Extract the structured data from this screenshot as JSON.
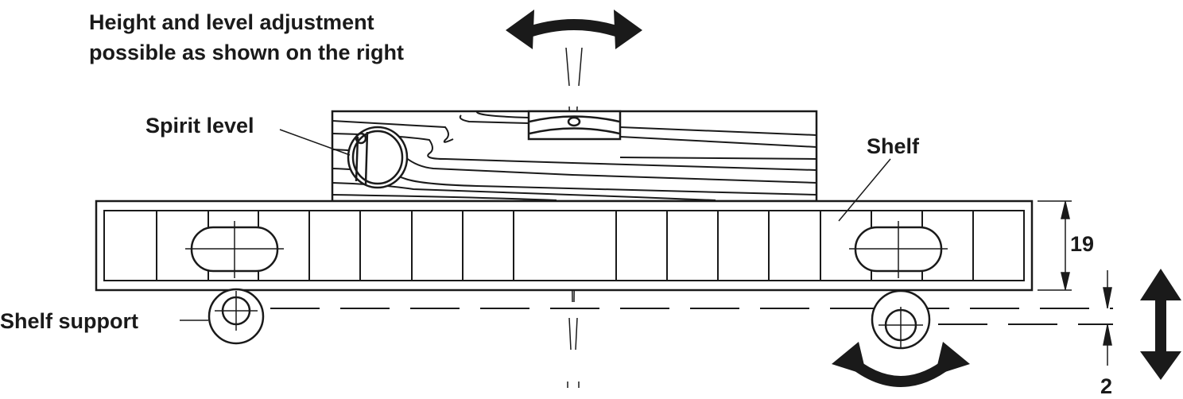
{
  "caption": {
    "line1": "Height and level adjustment",
    "line2": "possible as shown on the right"
  },
  "labels": {
    "spirit_level": "Spirit level",
    "shelf": "Shelf",
    "shelf_support": "Shelf support"
  },
  "dimensions": {
    "shelf_thickness": "19",
    "adjustment": "2"
  },
  "colors": {
    "ink": "#1a1a1a",
    "background": "#ffffff"
  }
}
